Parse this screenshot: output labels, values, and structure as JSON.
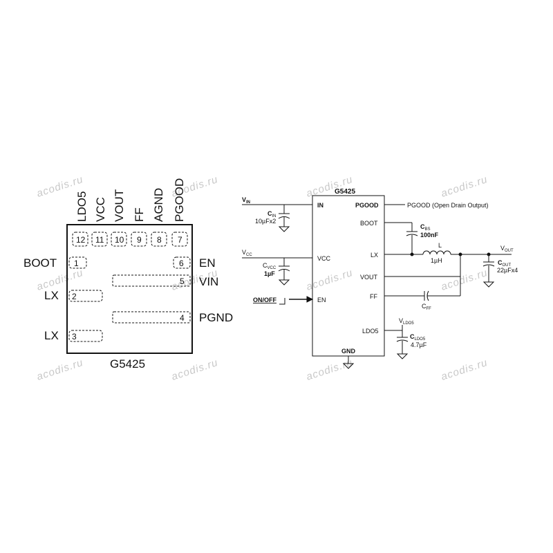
{
  "watermark": "acodis.ru",
  "package": {
    "chip_name": "G5425",
    "top_pins": [
      {
        "num": "12",
        "name": "LDO5"
      },
      {
        "num": "11",
        "name": "VCC"
      },
      {
        "num": "10",
        "name": "VOUT"
      },
      {
        "num": "9",
        "name": "FF"
      },
      {
        "num": "8",
        "name": "AGND"
      },
      {
        "num": "7",
        "name": "PGOOD"
      }
    ],
    "left_pins": [
      {
        "num": "1",
        "name": "BOOT"
      },
      {
        "num": "2",
        "name": "LX"
      },
      {
        "num": "3",
        "name": "LX"
      }
    ],
    "right_pins": [
      {
        "num": "6",
        "name": "EN"
      },
      {
        "num": "5",
        "name": "VIN"
      },
      {
        "num": "4",
        "name": "PGND"
      }
    ]
  },
  "schematic": {
    "chip_name": "G5425",
    "left_pins": [
      "IN",
      "VCC",
      "EN"
    ],
    "right_pins": [
      "PGOOD",
      "BOOT",
      "LX",
      "VOUT",
      "FF",
      "LDO5"
    ],
    "bottom_pin": "GND",
    "inputs": {
      "vin": {
        "main": "V",
        "sub": "IN"
      },
      "vcc": {
        "main": "V",
        "sub": "CC"
      },
      "onoff": "ON/OFF"
    },
    "pgood_output": "PGOOD (Open Drain Output)",
    "components": {
      "cin": {
        "main": "C",
        "sub": "IN",
        "value": "10µFx2"
      },
      "cvcc": {
        "main": "C",
        "sub": "VCC",
        "value": "1µF"
      },
      "cbs": {
        "main": "C",
        "sub": "BS",
        "value": "100nF"
      },
      "inductor": {
        "main": "L",
        "value": "1µH"
      },
      "cout": {
        "main": "C",
        "sub": "OUT",
        "value": "22µFx4"
      },
      "cff": {
        "main": "C",
        "sub": "FF"
      },
      "cldo5": {
        "main": "C",
        "sub": "LDO5",
        "value": "4.7µF"
      }
    },
    "vout": {
      "main": "V",
      "sub": "OUT"
    },
    "vldo5": {
      "main": "V",
      "sub": "LDO5"
    }
  }
}
